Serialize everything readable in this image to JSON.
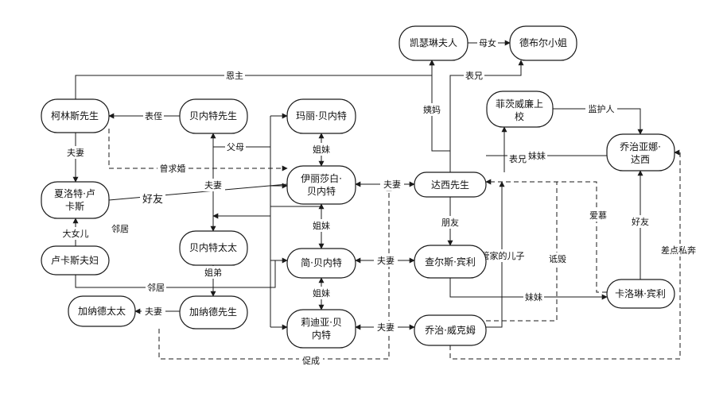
{
  "nodes": {
    "katherine": "凯瑟琳夫人",
    "anne": "德布尔小姐",
    "collins": "柯林斯先生",
    "mr_bennet": "贝内特先生",
    "mary": "玛丽·贝内特",
    "fitzwilliam": "菲茨威廉上校",
    "georgiana": "乔治亚娜·达西",
    "charlotte": "夏洛特·卢卡斯",
    "elizabeth": "伊丽莎白·贝内特",
    "darcy": "达西先生",
    "lucas": "卢卡斯夫妇",
    "mrs_bennet": "贝内特太太",
    "jane": "简·贝内特",
    "bingley": "查尔斯·宾利",
    "caroline": "卡洛琳·宾利",
    "mrs_gardiner": "加纳德太太",
    "mr_gardiner": "加纳德先生",
    "lydia": "莉迪亚·贝内特",
    "wickham": "乔治·威克姆"
  },
  "edges": {
    "mother_daughter": "母女",
    "benefactor": "恩主",
    "cousin_katherine": "表兄",
    "nephew_aunt": "姨妈",
    "cousin_collins": "表侄",
    "guardian": "监护人",
    "spouse_collins": "夫妻",
    "parents": "父母",
    "sister_mary_eliz": "姐妹",
    "proposal": "曾求婚",
    "siblings": "妹妹",
    "cousin_fitz": "表兄",
    "best_friend": "好友",
    "spouse_bennet": "夫妻",
    "spouse_eliz_darcy": "夫妻",
    "friend_darcy_bingley": "朋友",
    "eldest_daughter": "大女儿",
    "neighbors_right": "邻居",
    "admiration": "爱慕",
    "friend_georgiana": "好友",
    "sister_eliz_jane": "姐妹",
    "steward_son": "管家的儿子",
    "slander": "诋毁",
    "near_elope": "差点私奔",
    "spouse_jane_bingley": "夫妻",
    "neighbors_bottom": "邻居",
    "siblings_mrs": "姐弟",
    "sister_bingley": "妹妹",
    "sister_jane_lydia": "姐妹",
    "spouse_gardiner": "夫妻",
    "spouse_lydia_wickham": "夫妻",
    "promote": "促成"
  }
}
